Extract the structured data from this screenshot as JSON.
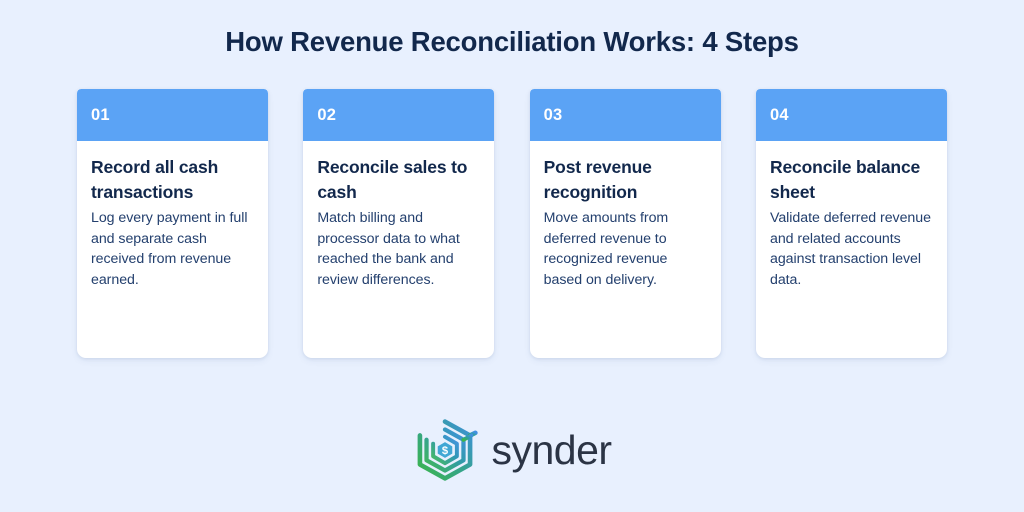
{
  "background_color": "#e8f0fe",
  "header": {
    "title": "How Revenue Reconciliation Works: 4 Steps",
    "title_color": "#12284c"
  },
  "theme": {
    "band_color": "#5ba3f5",
    "card_bg": "#ffffff",
    "heading_color": "#12284c",
    "body_color": "#24406e",
    "logo_word_color": "#2b3445",
    "logo_green": "#3cb54a",
    "logo_blue": "#3f8fe0"
  },
  "steps": [
    {
      "number": "01",
      "heading": "Record all cash transactions",
      "text": "Log every payment in full and separate cash received from revenue earned."
    },
    {
      "number": "02",
      "heading": "Reconcile sales to cash",
      "text": "Match billing and processor data to what reached the bank and review differences."
    },
    {
      "number": "03",
      "heading": "Post revenue recognition",
      "text": "Move amounts from deferred revenue to recognized revenue based on delivery."
    },
    {
      "number": "04",
      "heading": "Reconcile balance sheet",
      "text": "Validate deferred revenue and related accounts against transaction level data."
    }
  ],
  "footer": {
    "logo_wordmark": "synder",
    "logo_icon_name": "synder-hexagon-dollar-logo"
  }
}
